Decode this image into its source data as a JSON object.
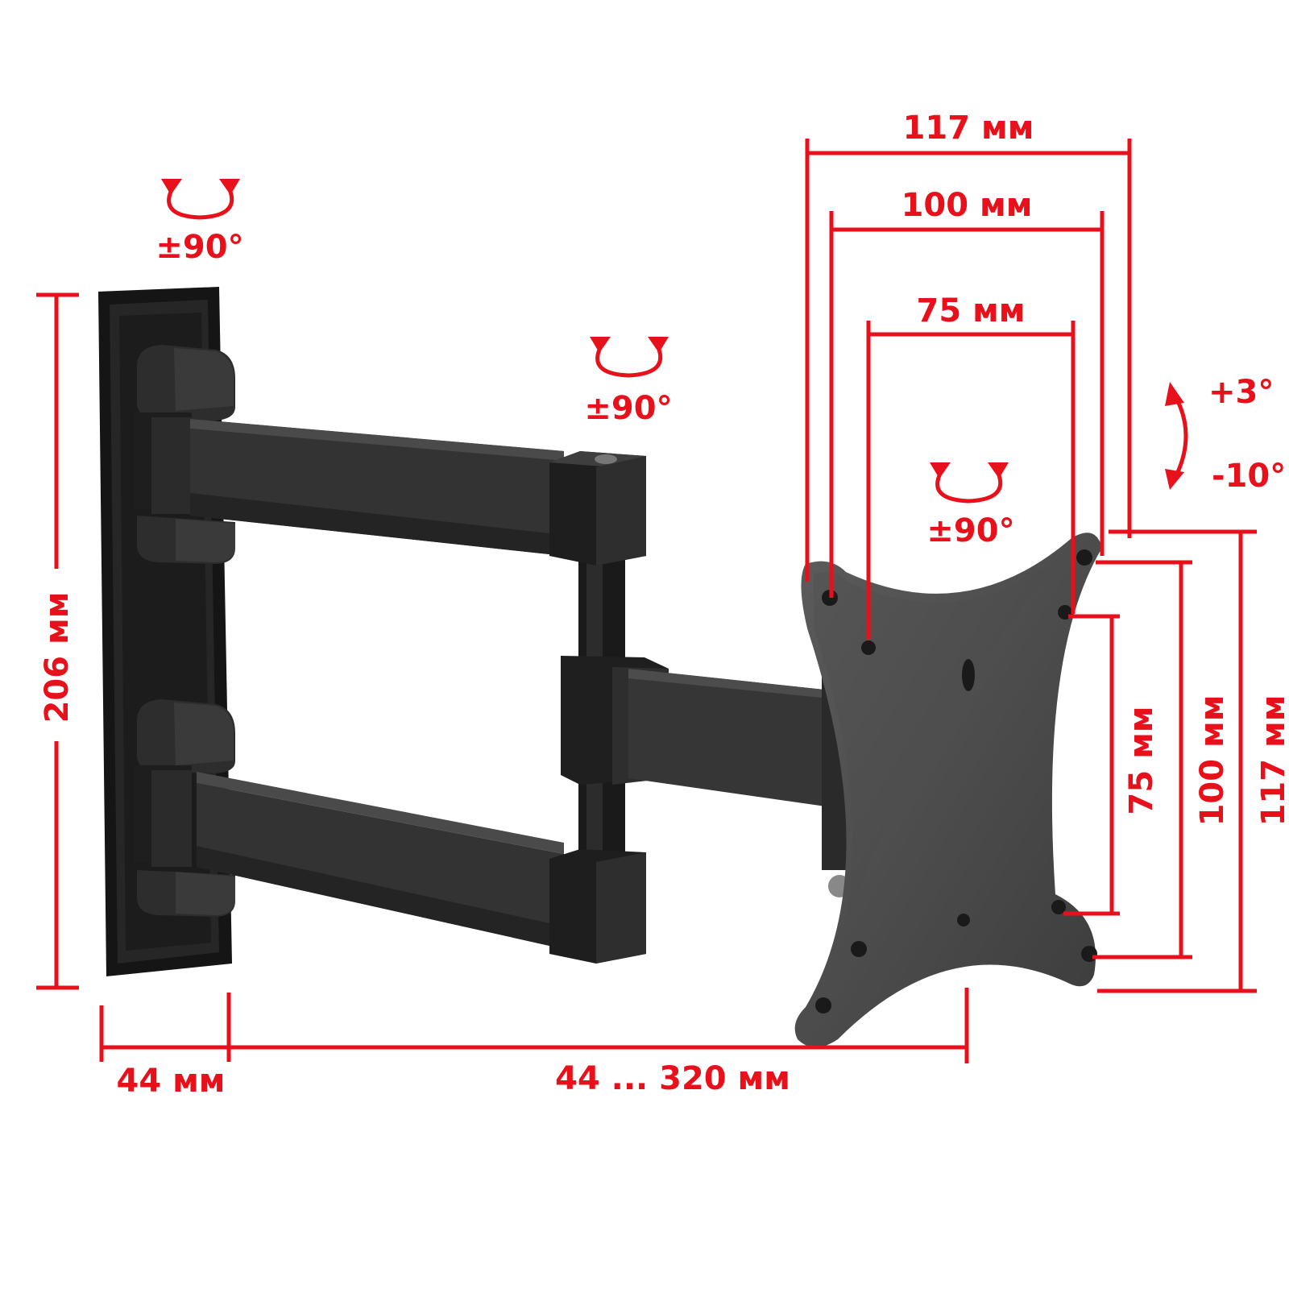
{
  "colors": {
    "dimension": "#e8101a",
    "metal_dark": "#1b1b1b",
    "metal_mid": "#3a3a3a",
    "metal_light": "#5a5a5a",
    "background": "#ffffff"
  },
  "dimensions": {
    "vesa_top_117": "117 мм",
    "vesa_top_100": "100 мм",
    "vesa_top_75": "75 мм",
    "wall_plate_height": "206 мм",
    "wall_plate_depth": "44 мм",
    "extension_range": "44 ... 320 мм",
    "vesa_side_75": "75 мм",
    "vesa_side_100": "100 мм",
    "vesa_side_117": "117 мм"
  },
  "rotations": {
    "wall_swivel": "±90°",
    "arm_swivel": "±90°",
    "plate_rotation": "±90°",
    "tilt_up": "+3°",
    "tilt_down": "-10°"
  },
  "icons": [
    "rotate-arrows-icon",
    "tilt-arrow-icon"
  ]
}
